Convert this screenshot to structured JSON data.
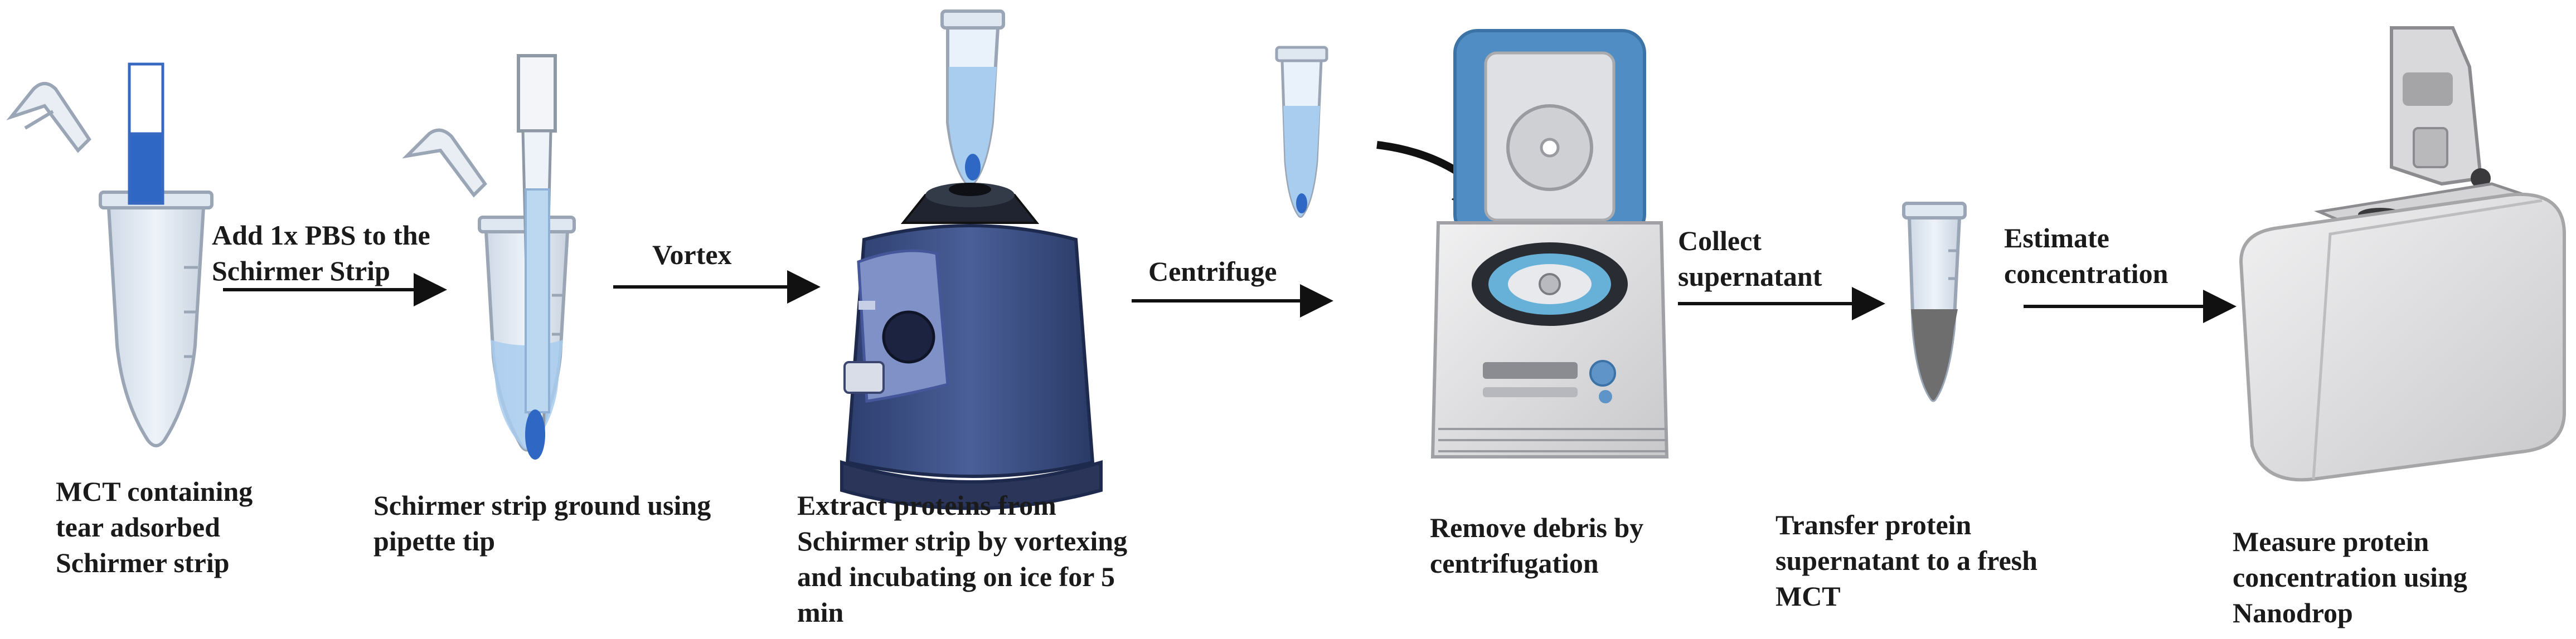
{
  "arrows": {
    "add_pbs": [
      "Add 1x PBS to the",
      "Schirmer Strip"
    ],
    "vortex": [
      "Vortex"
    ],
    "centrifuge": [
      "Centrifuge"
    ],
    "collect": [
      "Collect",
      "supernatant"
    ],
    "estimate": [
      "Estimate",
      "concentration"
    ]
  },
  "captions": {
    "step1": [
      "MCT containing",
      "tear adsorbed",
      "Schirmer strip"
    ],
    "step2": [
      "Schirmer strip ground using",
      "pipette tip"
    ],
    "step3": [
      "Extract proteins from",
      "Schirmer strip by vortexing",
      "and incubating on ice for 5",
      "min"
    ],
    "step4": [
      "Remove debris by",
      "centrifugation"
    ],
    "step5": [
      "Transfer protein",
      "supernatant to a fresh",
      "MCT"
    ],
    "step6": [
      "Measure protein",
      "concentration using",
      "Nanodrop"
    ]
  },
  "colors": {
    "tube_fill": "#dfe7f1",
    "tube_stroke": "#9aa6b6",
    "blue_liquid": "#2f67c4",
    "light_liquid": "#a9cdee",
    "vortex_body": "#3b4f86",
    "centrifuge_lid": "#4f8dc4",
    "arrow": "#111111"
  }
}
